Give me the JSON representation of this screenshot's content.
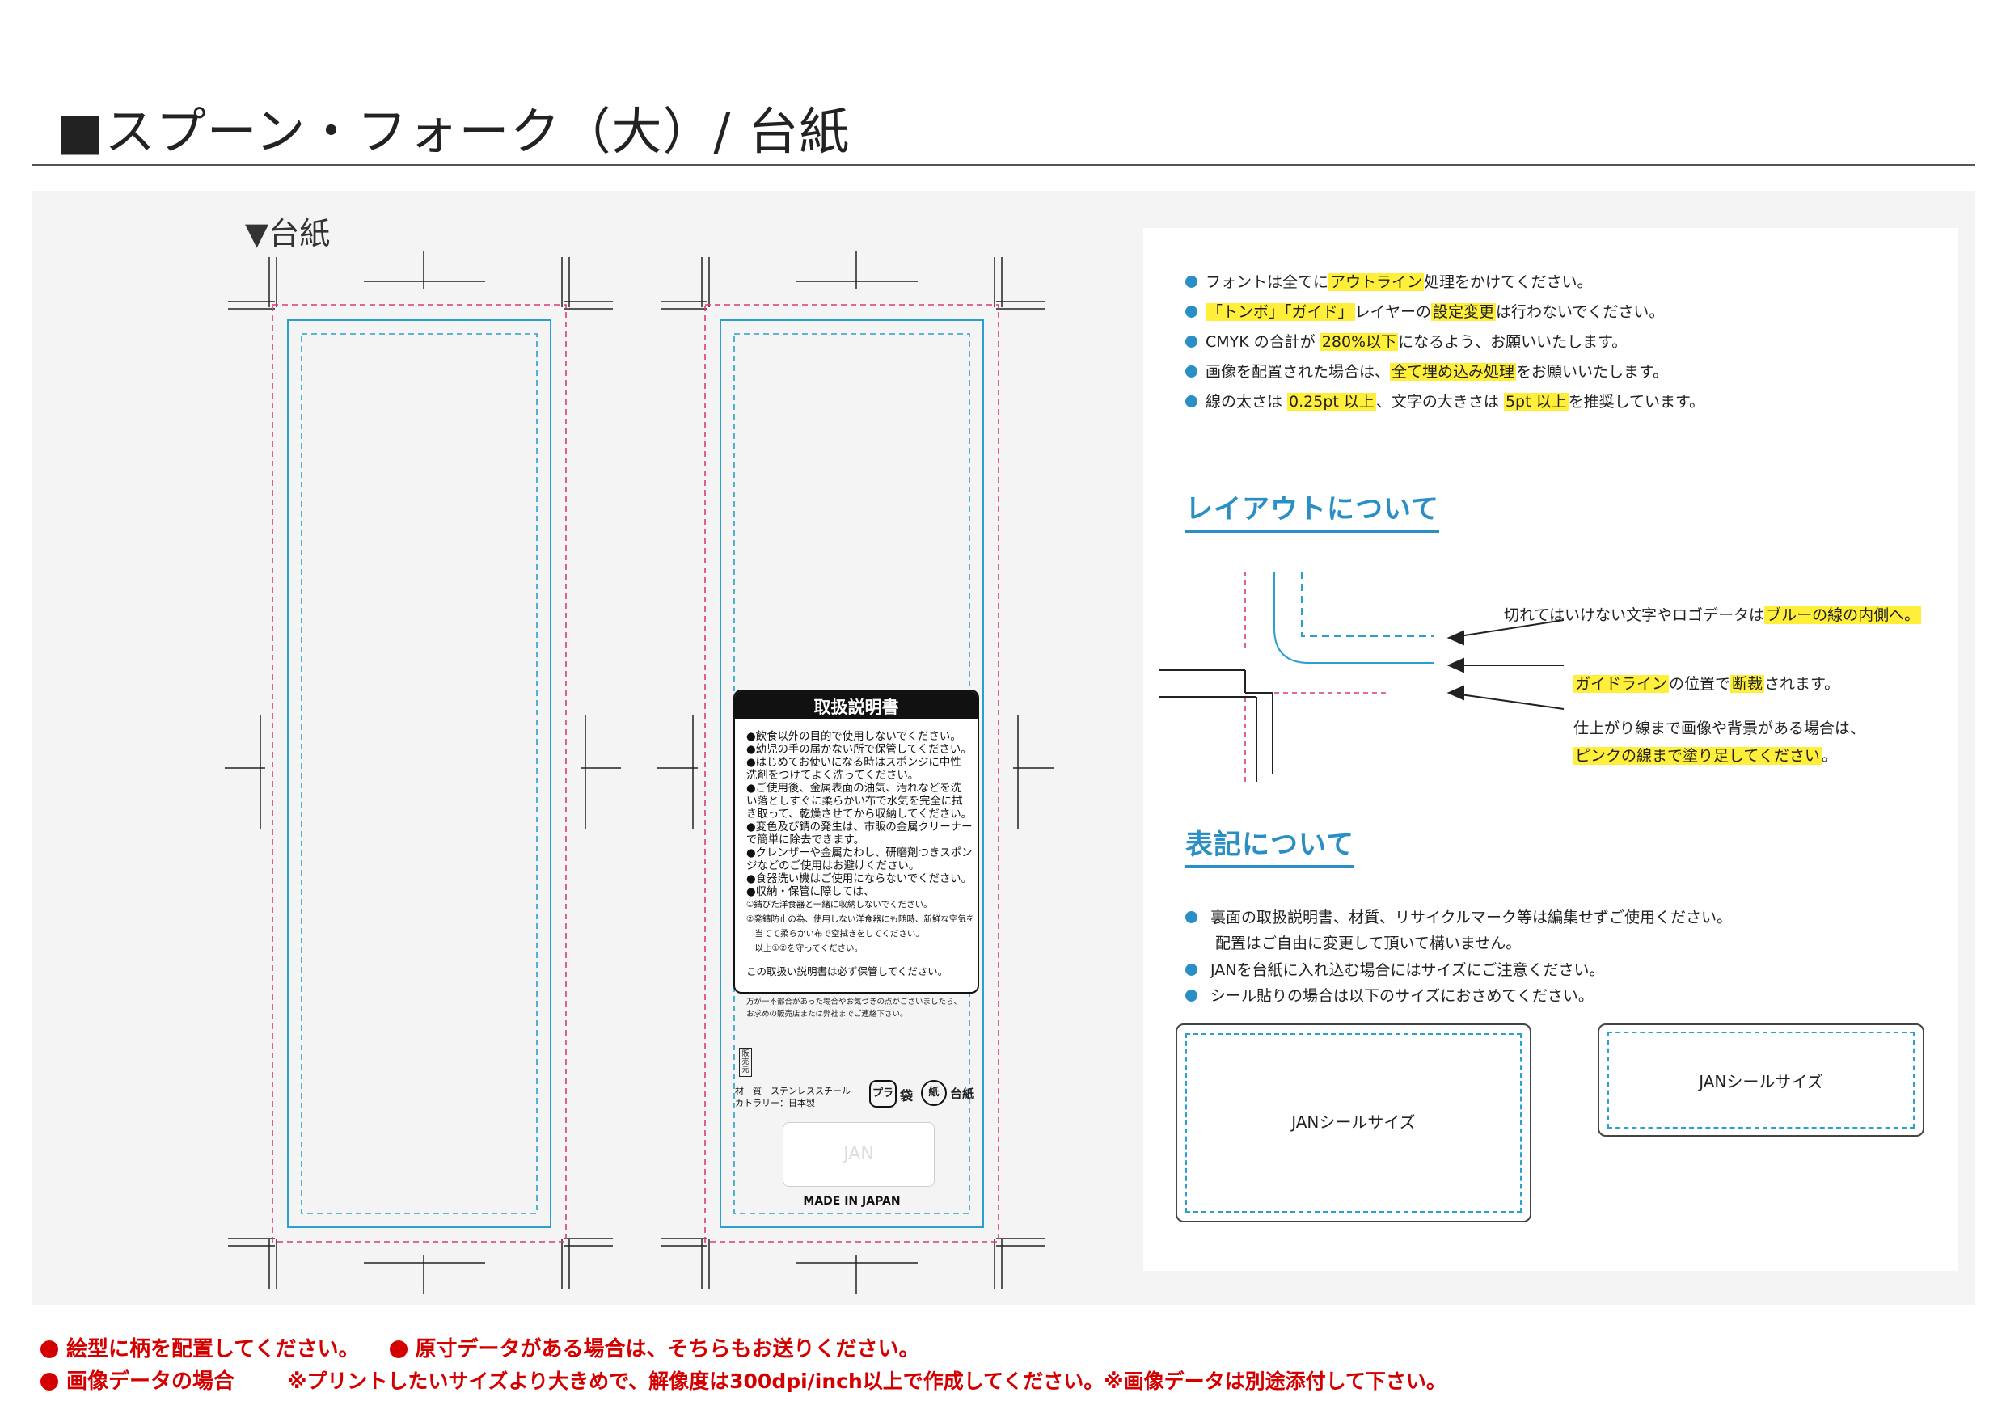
{
  "header": {
    "title": "■スプーン・フォーク（大）/ 台紙",
    "mount_label": "▼台紙"
  },
  "back_side": {
    "manual_title": "取扱説明書",
    "manual_lines": [
      "●飲食以外の目的で使用しないでください。",
      "●幼児の手の届かない所で保管してください。",
      "●はじめてお使いになる時はスポンジに中性",
      "洗剤をつけてよく洗ってください。",
      "●ご使用後、金属表面の油気、汚れなどを洗",
      "い落としすぐに柔らかい布で水気を完全に拭",
      "き取って、乾燥させてから収納してください。",
      "●変色及び錆の発生は、市販の金属クリーナー",
      "で簡単に除去できます。",
      "●クレンザーや金属たわし、研磨剤つきスポン",
      "ジなどのご使用はお避けください。",
      "●食器洗い機はご使用にならないでください。",
      "●収納・保管に際しては、"
    ],
    "manual_small_lines": [
      "①錆びた洋食器と一緒に収納しないでください。",
      "②発錆防止の為、使用しない洋食器にも随時、新鮮な空気を",
      "　当てて柔らかい布で空拭きをしてください。",
      "　以上①②を守ってください。"
    ],
    "manual_footer": "この取扱い説明書は必ず保管してください。",
    "contact_lines": [
      "万が一不都合があった場合やお気づきの点がございましたら、",
      "お求めの販売店または弊社までご連絡下さい。"
    ],
    "seller_stamp": "販売元",
    "material_line": "材　質　ステンレススチール",
    "origin_line": "カトラリー：日本製",
    "recycle_plastic": "プラ",
    "recycle_bag": "袋",
    "recycle_paper": "紙",
    "recycle_mount": "台紙",
    "jan_placeholder": "JAN",
    "made_in": "MADE IN JAPAN"
  },
  "notes": [
    {
      "parts": [
        {
          "t": "フォントは全てに"
        },
        {
          "t": "アウトライン",
          "hl": true
        },
        {
          "t": "処理をかけてください。"
        }
      ]
    },
    {
      "parts": [
        {
          "t": "「トンボ」「ガイド」",
          "hl": true
        },
        {
          "t": "レイヤーの"
        },
        {
          "t": "設定変更",
          "hl": true
        },
        {
          "t": "は行わないでください。"
        }
      ]
    },
    {
      "parts": [
        {
          "t": "CMYK の合計が "
        },
        {
          "t": "280%以下",
          "hl": true
        },
        {
          "t": "になるよう、お願いいたします。"
        }
      ]
    },
    {
      "parts": [
        {
          "t": "画像を配置された場合は、"
        },
        {
          "t": "全て埋め込み処理",
          "hl": true
        },
        {
          "t": "をお願いいたします。"
        }
      ]
    },
    {
      "parts": [
        {
          "t": "線の太さは "
        },
        {
          "t": "0.25pt 以上",
          "hl": true
        },
        {
          "t": "、文字の大きさは "
        },
        {
          "t": "5pt 以上",
          "hl": true
        },
        {
          "t": "を推奨しています。"
        }
      ]
    }
  ],
  "layout_section": {
    "heading": "レイアウトについて",
    "callout1": [
      {
        "t": "切れてはいけない文字やロゴデータは"
      },
      {
        "t": "ブルーの線の内側へ。",
        "hl": true
      }
    ],
    "callout2": [
      {
        "t": "ガイドライン",
        "hl": true
      },
      {
        "t": "の位置で"
      },
      {
        "t": "断裁",
        "hl": true
      },
      {
        "t": "されます。"
      }
    ],
    "callout3a": [
      {
        "t": "仕上がり線まで画像や背景がある場合は、"
      }
    ],
    "callout3b": [
      {
        "t": "ピンクの線まで塗り足してください",
        "hl": true
      },
      {
        "t": "。"
      }
    ]
  },
  "notation_section": {
    "heading": "表記について",
    "items": [
      "裏面の取扱説明書、材質、リサイクルマーク等は編集せずご使用ください。",
      "配置はご自由に変更して頂いて構いません。",
      "JANを台紙に入れ込む場合にはサイズにご注意ください。",
      "シール貼りの場合は以下のサイズにおさめてください。"
    ],
    "sticker_large_label": "JANシールサイズ",
    "sticker_small_label": "JANシールサイズ"
  },
  "footer": {
    "line1_a": "絵型に柄を配置してください。",
    "line1_b": "原寸データがある場合は、そちらもお送りください。",
    "line2_a": "画像データの場合",
    "line2_b": "※プリントしたいサイズより大きめで、解像度は300dpi/inch以上で作成してください。※画像データは別途添付して下さい。"
  },
  "colors": {
    "guide_blue": "#2a9fd0",
    "bleed_pink": "#d83a7c",
    "highlight": "#ffef3a",
    "accent_blue": "#2a8fc4",
    "footer_red": "#d40000"
  }
}
